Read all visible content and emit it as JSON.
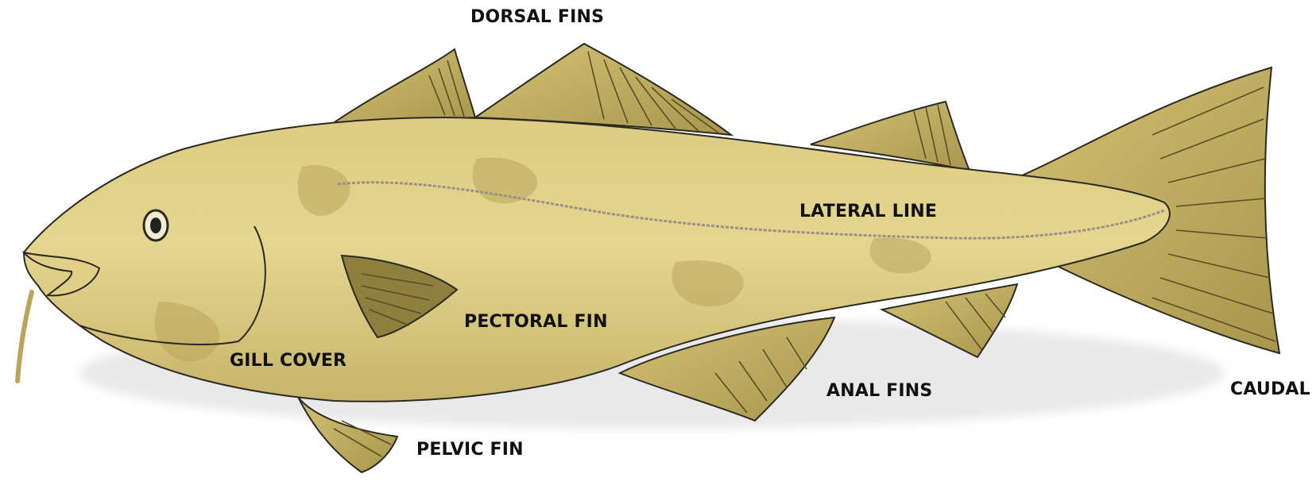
{
  "labels": {
    "dorsal_fins": "DORSAL FINS",
    "lateral_line": "LATERAL LINE",
    "pectoral_fin": "PECTORAL FIN",
    "gill_cover": "GILL COVER",
    "anal_fins": "ANAL FINS",
    "caudal": "CAUDAL",
    "pelvic_fin": "PELVIC FIN"
  },
  "colors": {
    "body": "#d6c47a",
    "body_light": "#e6d892",
    "fin": "#c9b568",
    "fin_dark": "#8a7a3c",
    "outline": "#2b2a22",
    "lateral_line": "#9c8f88",
    "label": "#111111"
  }
}
